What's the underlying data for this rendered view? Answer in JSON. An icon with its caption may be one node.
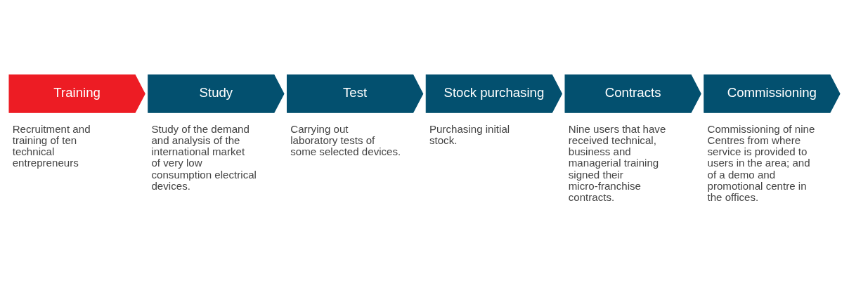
{
  "diagram": {
    "nodes": [
      {
        "text": [
          "Training"
        ],
        "beside": [
          "Recruitment and training of ten technical entrepreneurs"
        ]
      },
      {
        "text": [
          "Study"
        ],
        "beside": [
          "Study of the demand and analysis of the international market of very low consumption electrical devices."
        ]
      },
      {
        "text": [
          "Test"
        ],
        "beside": [
          "Carrying out laboratory tests of some selected devices."
        ]
      },
      {
        "text": [
          "Stock purchasing"
        ],
        "beside": [
          "Purchasing initial stock."
        ]
      },
      {
        "text": [
          "Contracts"
        ],
        "beside": [
          "Nine users that have received technical, business and managerial training signed their micro-franchise contracts."
        ]
      },
      {
        "text": [
          "Commissioning"
        ],
        "beside": [
          "Commissioning of nine Centres from where service is provided to users in the area; and of a demo and promotional centre in the offices."
        ]
      }
    ]
  }
}
